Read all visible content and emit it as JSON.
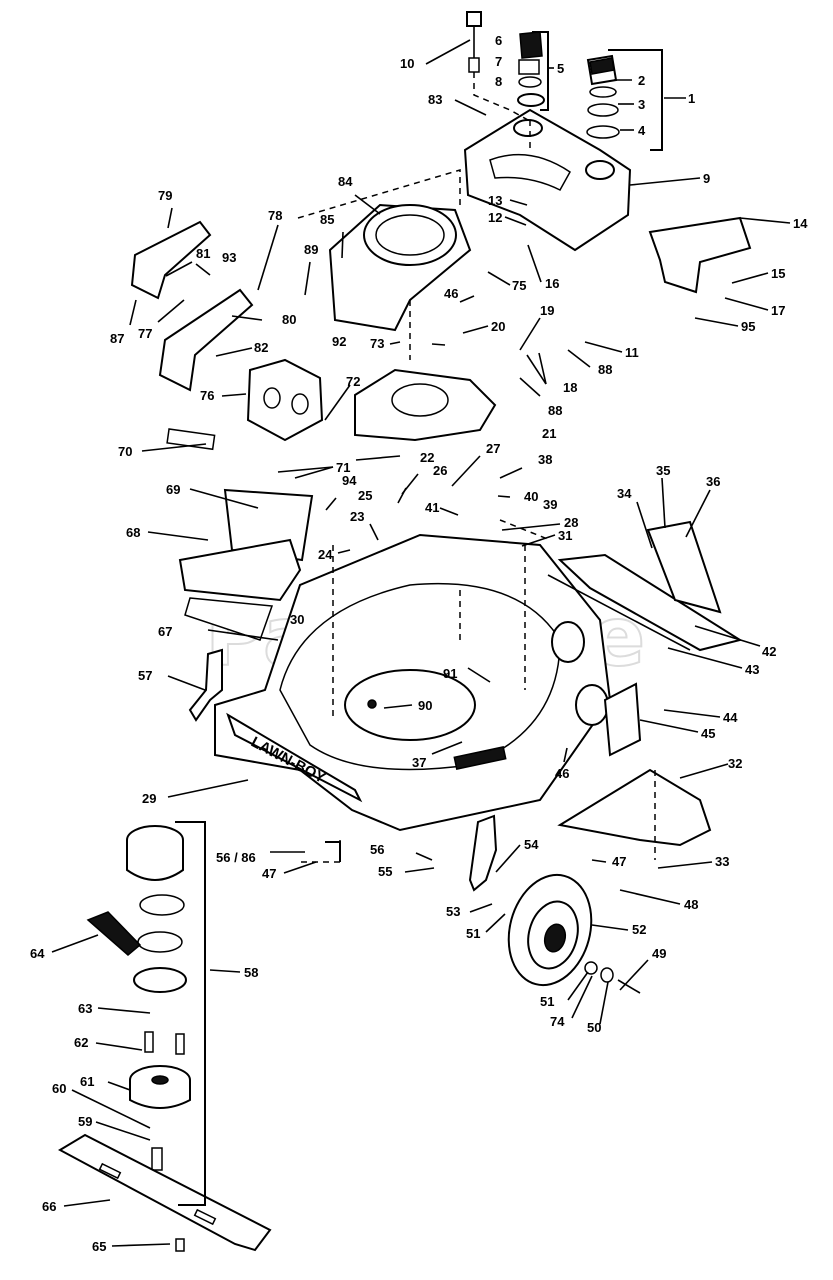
{
  "watermark": "PartsTree",
  "deck_brand": "LAWN-BOY",
  "callouts": [
    "1",
    "2",
    "3",
    "4",
    "5",
    "6",
    "7",
    "8",
    "9",
    "10",
    "11",
    "12",
    "13",
    "14",
    "15",
    "16",
    "17",
    "18",
    "19",
    "20",
    "21",
    "22",
    "23",
    "24",
    "25",
    "26",
    "27",
    "28",
    "29",
    "30",
    "31",
    "32",
    "33",
    "34",
    "35",
    "36",
    "37",
    "38",
    "39",
    "40",
    "41",
    "42",
    "43",
    "44",
    "45",
    "46",
    "46",
    "47",
    "47",
    "47",
    "48",
    "49",
    "50",
    "51",
    "51",
    "52",
    "53",
    "54",
    "55",
    "56",
    "56 / 86",
    "57",
    "58",
    "59",
    "60",
    "61",
    "62",
    "63",
    "64",
    "65",
    "66",
    "67",
    "68",
    "69",
    "70",
    "71",
    "72",
    "73",
    "74",
    "75",
    "76",
    "77",
    "78",
    "79",
    "80",
    "81",
    "82",
    "83",
    "84",
    "85",
    "87",
    "88",
    "88",
    "89",
    "90",
    "91",
    "92",
    "93",
    "94",
    "95"
  ]
}
